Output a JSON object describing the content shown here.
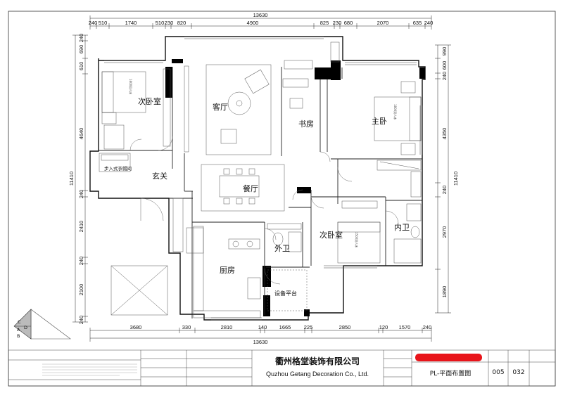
{
  "dims": {
    "total_width": "13630",
    "total_height": "11410",
    "top": [
      "240",
      "510",
      "1740",
      "510",
      "230",
      "820",
      "4900",
      "825",
      "230",
      "680",
      "2070",
      "635",
      "240"
    ],
    "bottom": [
      "3680",
      "330",
      "2810",
      "140",
      "1665",
      "225",
      "2850",
      "120",
      "1570",
      "240"
    ],
    "left": [
      "240",
      "690",
      "610",
      "4640",
      "240",
      "2410",
      "240",
      "2100",
      "240"
    ],
    "right": [
      "990",
      "600",
      "240",
      "4350",
      "240",
      "2970",
      "1890"
    ]
  },
  "rooms": {
    "bed2_top": "次卧室",
    "living": "客厅",
    "study": "书房",
    "master": "主卧",
    "foyer": "玄关",
    "dining": "餐厅",
    "guest_bath": "外卫",
    "bed2_bottom": "次卧室",
    "ensuite": "内卫",
    "kitchen": "厨房",
    "equipment": "设备平台",
    "wardrobe_note": "步入式衣帽间",
    "bed_1800a": "1800双人床",
    "bed_1800b": "1800双人床",
    "bed_1500": "1500双人床"
  },
  "compass": {
    "a": "A",
    "b": "B",
    "c": "C",
    "d": "D"
  },
  "title_block": {
    "company_cn": "衢州格堂装饰有限公司",
    "company_en": "Quzhou Getang Decoration Co., Ltd.",
    "drawing_title": "PL-平面布置图",
    "sheet_no": "005",
    "total_sheets": "032"
  },
  "colors": {
    "wall": "#000000",
    "redact": "#e8141a"
  }
}
